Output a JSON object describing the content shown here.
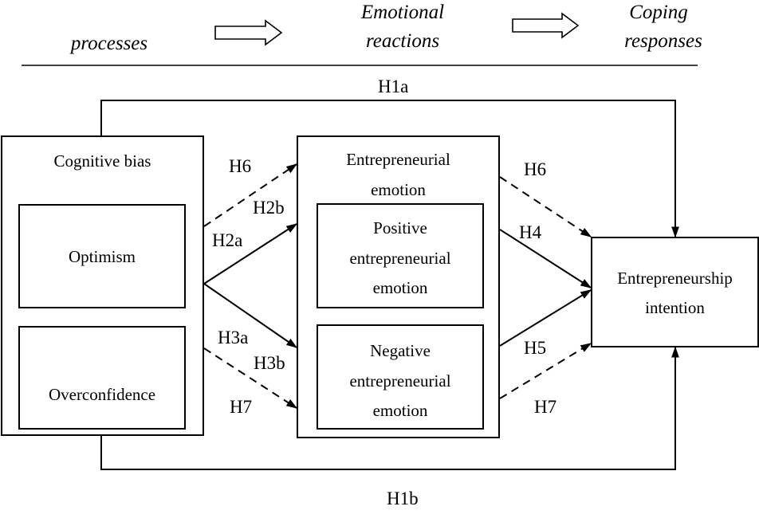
{
  "header": {
    "stage1": "processes",
    "stage2_line1": "Emotional",
    "stage2_line2": "reactions",
    "stage3_line1": "Coping",
    "stage3_line2": "responses"
  },
  "boxes": {
    "cognitive_bias": "Cognitive bias",
    "optimism": "Optimism",
    "overconfidence": "Overconfidence",
    "entrepreneurial_emotion_line1": "Entrepreneurial",
    "entrepreneurial_emotion_line2": "emotion",
    "positive_line1": "Positive",
    "positive_line2": "entrepreneurial",
    "positive_line3": "emotion",
    "negative_line1": "Negative",
    "negative_line2": "entrepreneurial",
    "negative_line3": "emotion",
    "intention_line1": "Entrepreneurship",
    "intention_line2": "intention"
  },
  "hypotheses": {
    "h1a": "H1a",
    "h1b": "H1b",
    "h2a": "H2a",
    "h2b": "H2b",
    "h3a": "H3a",
    "h3b": "H3b",
    "h4": "H4",
    "h5": "H5",
    "h6_left": "H6",
    "h6_right": "H6",
    "h7_left": "H7",
    "h7_right": "H7"
  }
}
